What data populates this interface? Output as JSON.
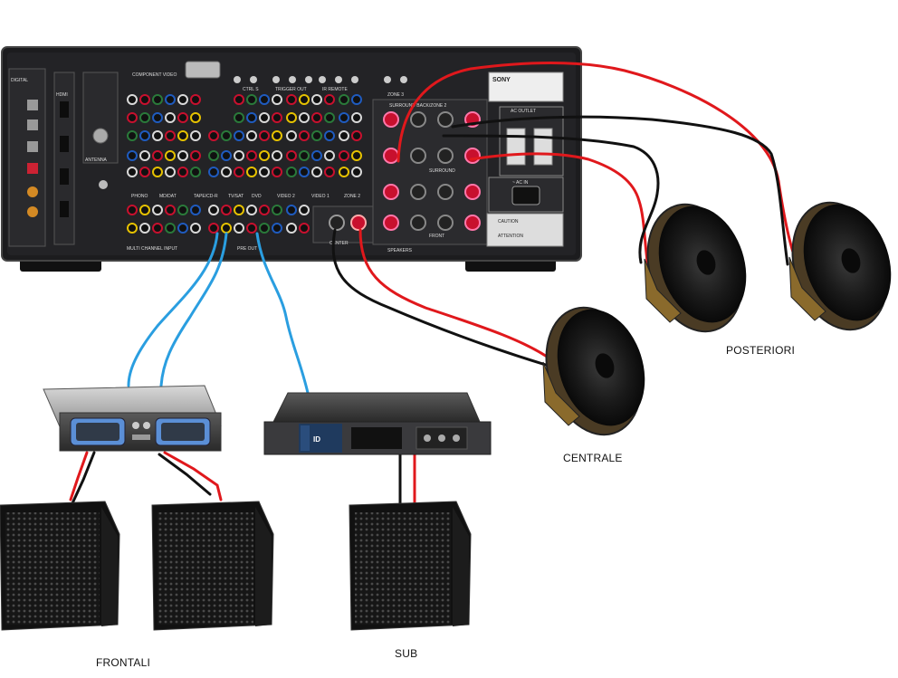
{
  "labels": {
    "posteriori": "POSTERIORI",
    "centrale": "CENTRALE",
    "frontali": "FRONTALI",
    "sub": "SUB"
  },
  "receiver": {
    "sections": {
      "component_video": "COMPONENT VIDEO",
      "ctrl_s": "CTRL S",
      "trigger_out": "TRIGGER OUT",
      "ir_remote": "IR REMOTE",
      "zone3": "ZONE 3",
      "surround_back": "SURROUND BACK/ZONE 2",
      "ac_outlet": "AC OUTLET",
      "ac_in": "~ AC IN",
      "multi_channel": "MULTI CHANNEL INPUT",
      "pre_out": "PRE OUT",
      "speakers": "SPEAKERS",
      "center": "CENTER",
      "front": "FRONT",
      "surround": "SURROUND",
      "antenna": "ANTENNA",
      "digital": "DIGITAL",
      "hdmi": "HDMI",
      "phono": "PHONO",
      "md_dat": "MD/DAT",
      "tape_cd": "TAPE/CD-R",
      "tv_sat": "TV/SAT",
      "dvd": "DVD",
      "video2": "VIDEO 2",
      "video1": "VIDEO 1",
      "zone2": "ZONE 2",
      "brand": "SONY",
      "caution": "CAUTION",
      "attention": "ATTENTION"
    }
  },
  "amplifier": {
    "badge": "ID"
  },
  "colors": {
    "wire_red": "#e0181c",
    "wire_black": "#111111",
    "wire_blue": "#2a9ee0",
    "chassis": "#1c1c1e"
  }
}
